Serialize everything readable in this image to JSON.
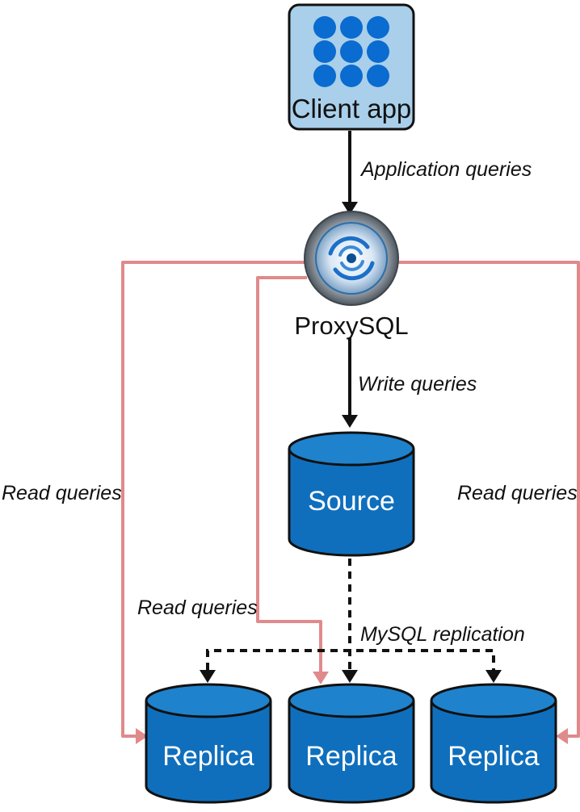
{
  "nodes": {
    "client_app": "Client app",
    "proxysql": "ProxySQL",
    "source": "Source",
    "replica_left": "Replica",
    "replica_middle": "Replica",
    "replica_right": "Replica"
  },
  "edges": {
    "application_queries": "Application queries",
    "write_queries": "Write queries",
    "mysql_replication": "MySQL replication",
    "read_queries_left": "Read queries",
    "read_queries_middle": "Read queries",
    "read_queries_right": "Read queries"
  },
  "colors": {
    "cylinder_body": "#0f6fbd",
    "cylinder_top": "#1f82cc",
    "app_box_fill": "#a9cfea",
    "app_dots": "#0a6bd0",
    "read_arrow": "#e08a8c",
    "write_arrow": "#111111",
    "proxysql_ring": "#5e6770"
  },
  "icons": {
    "client_app": "grid-of-dots-icon",
    "proxysql": "proxysql-swirl-logo"
  }
}
